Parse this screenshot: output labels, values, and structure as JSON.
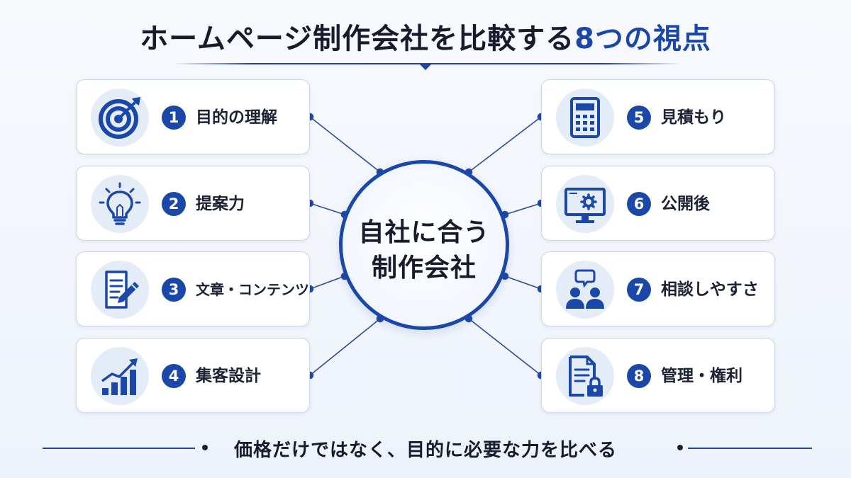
{
  "title": {
    "main": "ホームページ制作会社を比較する",
    "accent": "8つの視点"
  },
  "hub": {
    "line1": "自社に合う",
    "line2": "制作会社"
  },
  "items": [
    {
      "number": "1",
      "label": "目的の理解",
      "icon": "target-icon"
    },
    {
      "number": "2",
      "label": "提案力",
      "icon": "lightbulb-icon"
    },
    {
      "number": "3",
      "label": "文章・コンテンツ",
      "icon": "document-pen-icon"
    },
    {
      "number": "4",
      "label": "集客設計",
      "icon": "growth-chart-icon"
    },
    {
      "number": "5",
      "label": "見積もり",
      "icon": "calculator-icon"
    },
    {
      "number": "6",
      "label": "公開後",
      "icon": "monitor-gear-icon"
    },
    {
      "number": "7",
      "label": "相談しやすさ",
      "icon": "consultation-icon"
    },
    {
      "number": "8",
      "label": "管理・権利",
      "icon": "document-lock-icon"
    }
  ],
  "footer": {
    "text": "価格だけではなく、目的に必要な力を比べる"
  },
  "colors": {
    "accent": "#1a47a8",
    "text": "#1b2233",
    "icon_bg": "#e4ecf8",
    "card_border": "#c9d5ec"
  }
}
